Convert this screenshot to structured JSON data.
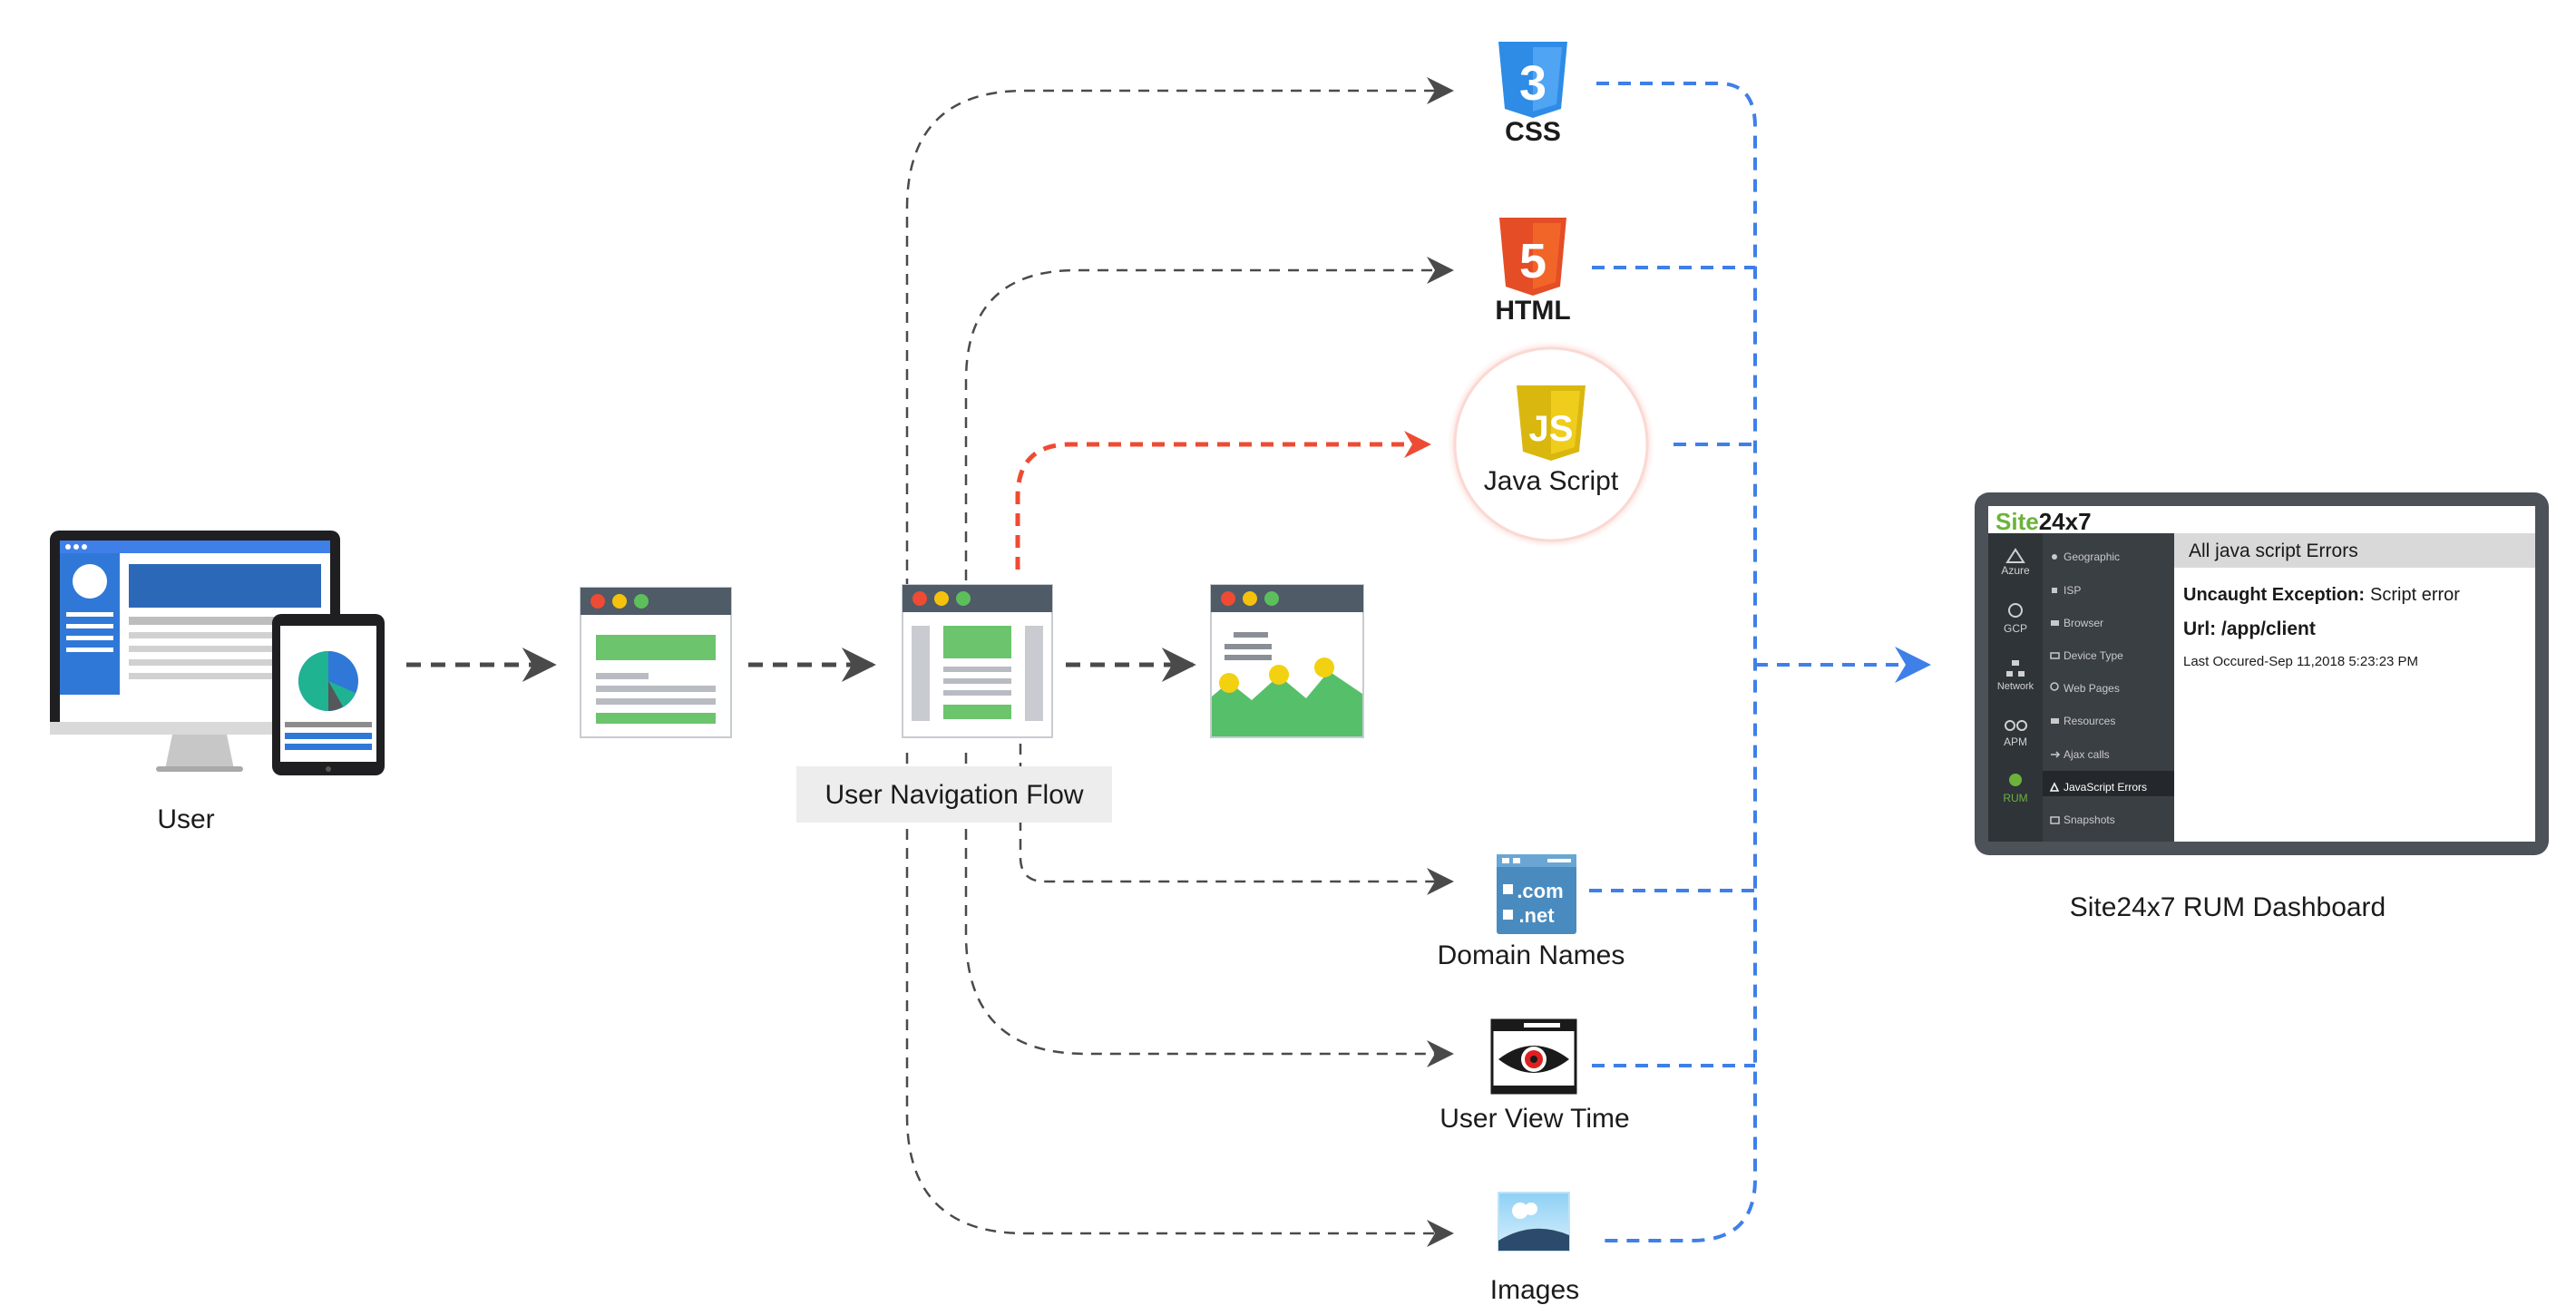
{
  "diagram": {
    "user_label": "User",
    "nav_flow_label": "User Navigation Flow",
    "resources": {
      "css": "CSS",
      "html": "HTML",
      "javascript": "Java Script",
      "domain_names": "Domain Names",
      "user_view_time": "User View Time",
      "images": "Images"
    },
    "domain_icon_lines": [
      ".com",
      ".net"
    ],
    "css_badge": "3",
    "html_badge": "5",
    "js_badge": "JS",
    "dashboard_label": "Site24x7 RUM Dashboard"
  },
  "dashboard": {
    "logo_site": "Site",
    "logo_num": "24x7",
    "left_nav": [
      "Azure",
      "GCP",
      "Network",
      "APM",
      "RUM"
    ],
    "menu": [
      "Geographic",
      "ISP",
      "Browser",
      "Device Type",
      "Web Pages",
      "Resources",
      "Ajax calls",
      "JavaScript Errors",
      "Snapshots"
    ],
    "active_menu": "JavaScript Errors",
    "panel_title": "All java script Errors",
    "error_label": "Uncaught Exception:",
    "error_value": "Script error",
    "url_line": "Url: /app/client",
    "last_occured": "Last Occured-Sep 11,2018 5:23:23 PM"
  },
  "colors": {
    "gray_arrow": "#4a4a4a",
    "blue_dash": "#3f7fe8",
    "red_dash": "#ee4b34",
    "green_block": "#6cc46c",
    "header_dark": "#4f5b67",
    "css_blue": "#2e8be6",
    "html_orange": "#e44d26",
    "js_yellow": "#d9b70f",
    "site_green": "#6bb33b"
  }
}
